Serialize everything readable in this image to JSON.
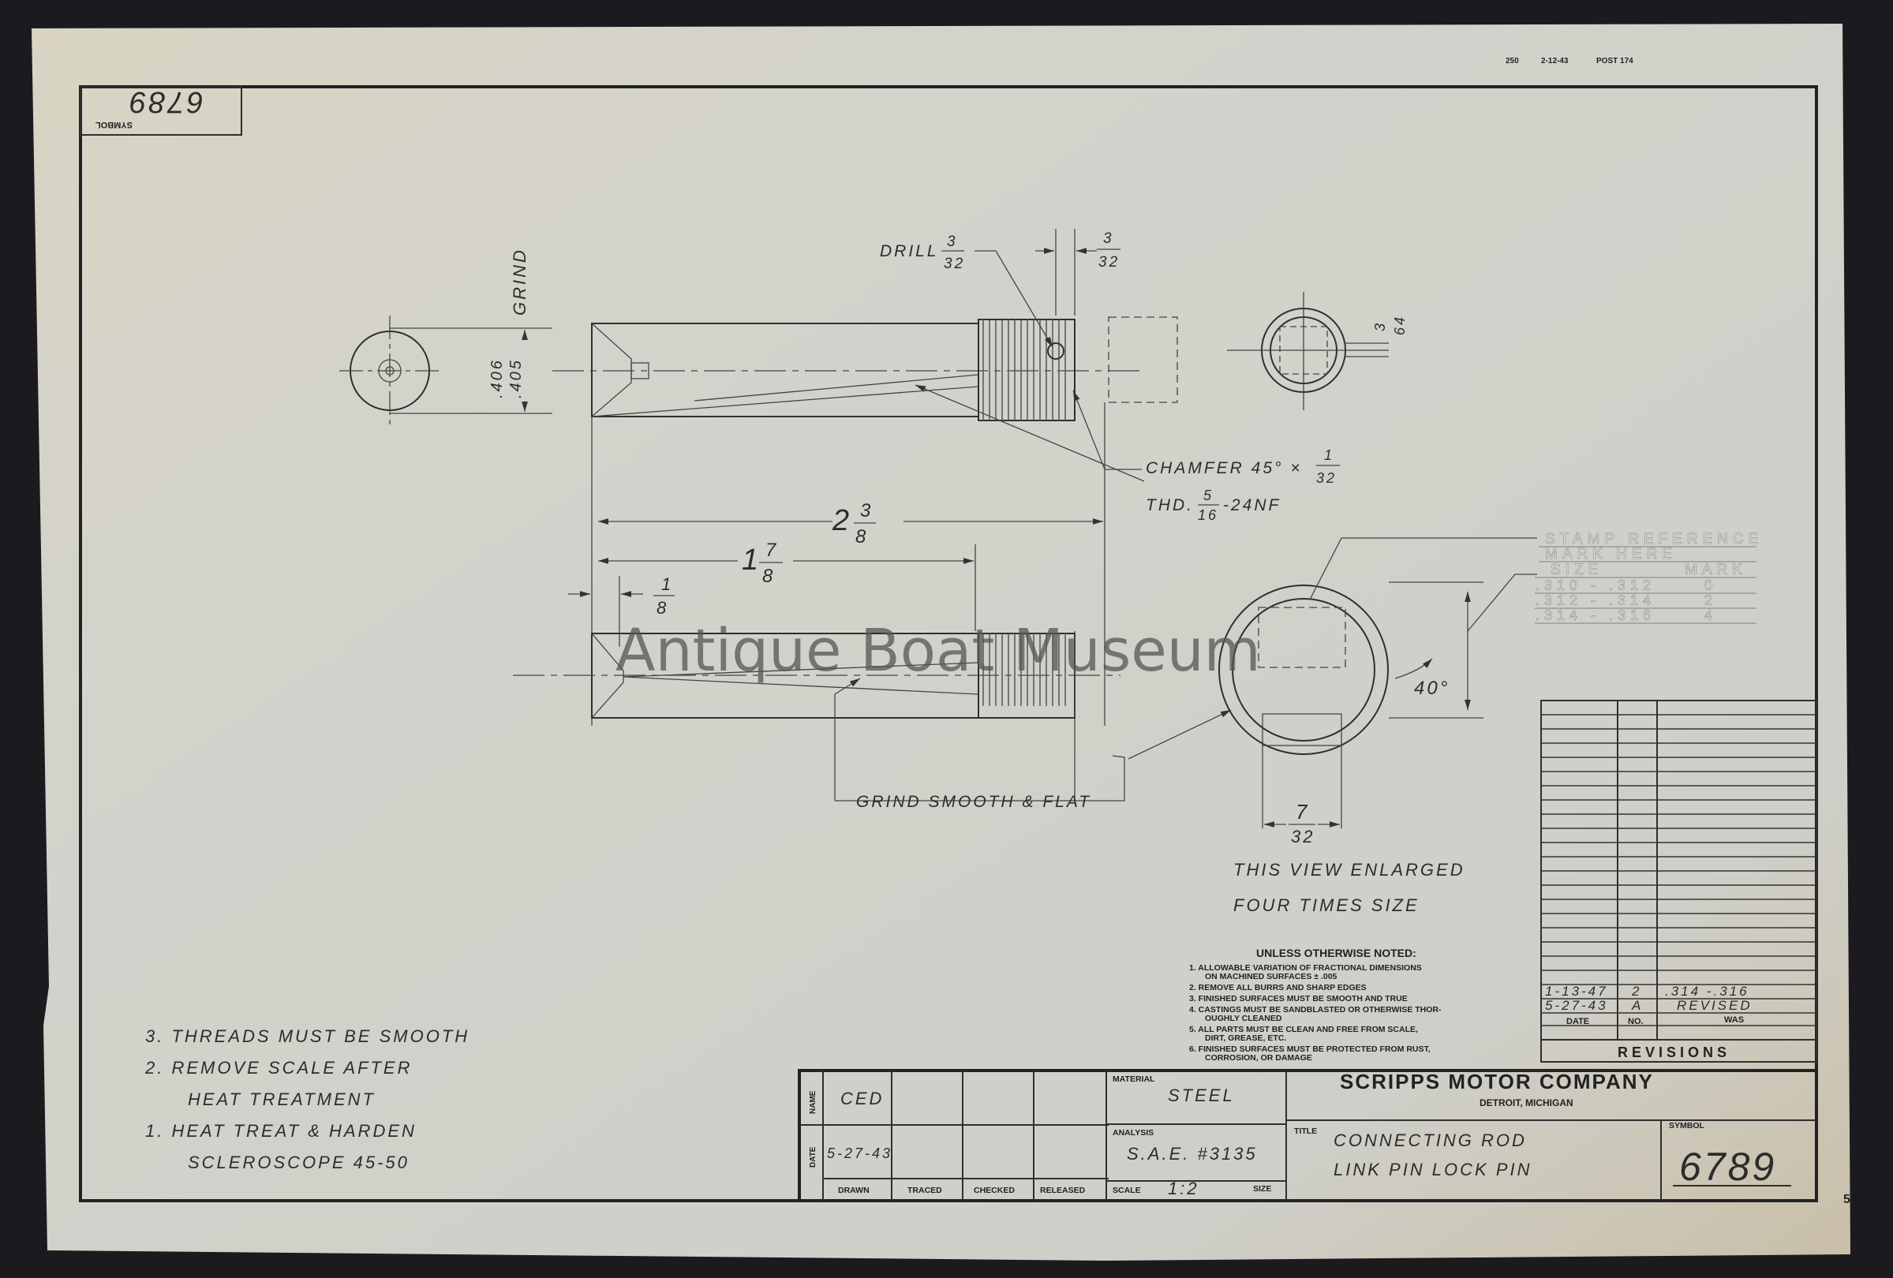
{
  "header_code": {
    "number": "250",
    "date": "2-12-43",
    "post": "POST 174"
  },
  "symbol_corner": {
    "label": "SYMBOL",
    "value": "6789"
  },
  "watermark": "Antique Boat Museum",
  "dimensions": {
    "grind": "GRIND",
    "dia_upper": ".406",
    "dia_lower": ".405",
    "drill": "DRILL",
    "drill_num": "3",
    "drill_den": "32",
    "offset_num": "3",
    "offset_den": "32",
    "end_num": "3",
    "end_den": "64",
    "chamfer": "CHAMFER 45° ×",
    "chamfer_num": "1",
    "chamfer_den": "32",
    "thread": "THD.",
    "thread_num": "5",
    "thread_den": "16",
    "thread_spec": "-24NF",
    "len_total_whole": "2",
    "len_total_num": "3",
    "len_total_den": "8",
    "len_mid_whole": "1",
    "len_mid_num": "7",
    "len_mid_den": "8",
    "len_small_num": "1",
    "len_small_den": "8",
    "angle": "40°",
    "flat_num": "7",
    "flat_den": "32",
    "grind_flat": "GRIND SMOOTH & FLAT",
    "enlarged_1": "THIS VIEW ENLARGED",
    "enlarged_2": "FOUR TIMES SIZE"
  },
  "stamp_table": {
    "title_1": "STAMP REFERENCE",
    "title_2": "MARK HERE",
    "headers": [
      "SIZE",
      "MARK"
    ],
    "rows": [
      [
        ".310 - .312",
        "0"
      ],
      [
        ".312 - .314",
        "2"
      ],
      [
        ".314 - .316",
        "4"
      ]
    ]
  },
  "revisions": {
    "rows": [
      [
        "1-13-47",
        "2",
        ".314 -.316"
      ],
      [
        "5-27-43",
        "A",
        "REVISED"
      ]
    ],
    "headers": [
      "DATE",
      "NO.",
      "WAS"
    ],
    "title": "REVISIONS"
  },
  "general_notes": {
    "title": "UNLESS OTHERWISE NOTED:",
    "lines": [
      "1. ALLOWABLE VARIATION OF FRACTIONAL DIMENSIONS",
      "ON MACHINED SURFACES ± .005",
      "2. REMOVE ALL BURRS AND SHARP EDGES",
      "3. FINISHED SURFACES MUST BE SMOOTH AND TRUE",
      "4. CASTINGS MUST BE SANDBLASTED OR OTHERWISE THOR-",
      "OUGHLY CLEANED",
      "5. ALL PARTS MUST BE CLEAN AND FREE FROM SCALE,",
      "DIRT, GREASE, ETC.",
      "6. FINISHED SURFACES MUST BE PROTECTED FROM RUST,",
      "CORROSION, OR DAMAGE"
    ]
  },
  "part_notes": [
    "3. THREADS MUST BE SMOOTH",
    "2. REMOVE SCALE AFTER",
    "HEAT TREATMENT",
    "1. HEAT TREAT & HARDEN",
    "SCLEROSCOPE 45-50"
  ],
  "title_block": {
    "name_label": "NAME",
    "date_label": "DATE",
    "name_value": "CED",
    "date_value": "5-27-43",
    "roles": [
      "DRAWN",
      "TRACED",
      "CHECKED",
      "RELEASED"
    ],
    "material_label": "MATERIAL",
    "material": "STEEL",
    "analysis_label": "ANALYSIS",
    "analysis": "S.A.E. #3135",
    "scale_label": "SCALE",
    "scale": "1:2",
    "size_label": "SIZE",
    "company": "SCRIPPS MOTOR COMPANY",
    "city": "DETROIT, MICHIGAN",
    "title_label": "TITLE",
    "title_1": "CONNECTING ROD",
    "title_2": "LINK PIN  LOCK PIN",
    "symbol_label": "SYMBOL",
    "symbol": "6789"
  },
  "sheet_edge_mark": "5"
}
